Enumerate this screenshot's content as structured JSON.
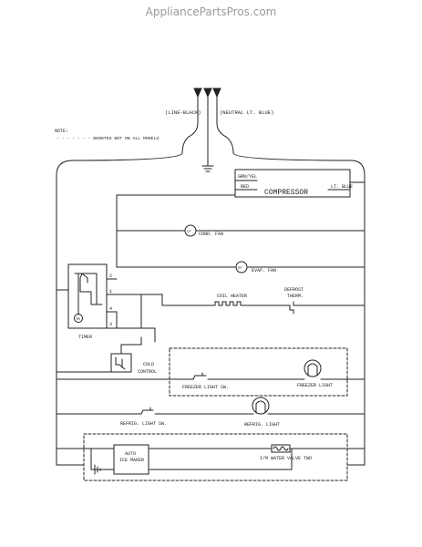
{
  "watermark": "AppliancePartsPros.com",
  "labels": {
    "line": "(LINE-BLACK)",
    "neutral": "(NEUTRAL LT. BLUE)",
    "note_title": "NOTE:",
    "note_text": "- - - - - - - DENOTES NOT ON ALL MODELS.",
    "grn_yel": "GRN/YEL",
    "red": "RED",
    "compressor": "COMPRESSOR",
    "lt_blue": "LT. BLUE",
    "cond_fan_rotor": "CF",
    "cond_fan": "COND. FAN",
    "evap_fan_rotor": "EF",
    "evap_fan": "EVAP. FAN",
    "coil_heater": "COIL HEATER",
    "defrost_therm_1": "DEFROST",
    "defrost_therm_2": "THERM.",
    "timer": "TIMER",
    "timer_motor": "TM",
    "terminal_2": "2",
    "terminal_1": "1",
    "terminal_4": "4",
    "terminal_3": "3",
    "cold_control_1": "COLD",
    "cold_control_2": "CONTROL",
    "freezer_light_sw": "FREEZER LIGHT SW.",
    "freezer_light": "FREEZER LIGHT",
    "refrig_light_sw": "REFRIG. LIGHT SW.",
    "refrig_light": "REFRIG. LIGHT",
    "ice_maker_1": "AUTO",
    "ice_maker_2": "ICE MAKER",
    "water_valve": "I/M WATER VALVE TWO"
  }
}
